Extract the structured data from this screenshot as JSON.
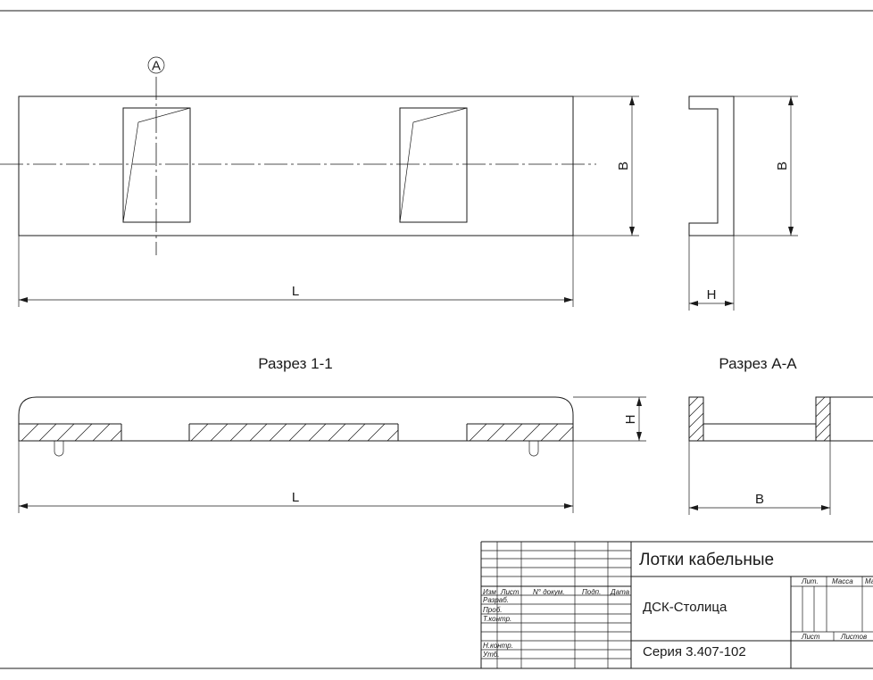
{
  "drawing": {
    "marker_a": "A",
    "dim_length": "L",
    "dim_width": "B",
    "dim_height": "H",
    "section_1_title": "Разрез 1-1",
    "section_a_title": "Разрез А-А"
  },
  "title_block": {
    "row_labels": [
      "Изм",
      "Лист",
      "N° докум.",
      "Подп.",
      "Дата"
    ],
    "roles": [
      "Разраб.",
      "Проб.",
      "Т.контр.",
      "Н.контр.",
      "Утб."
    ],
    "title": "Лотки кабельные",
    "organization": "ДСК-Столица",
    "series": "Серия 3.407-102",
    "col_lit": "Лит.",
    "col_mass": "Масса",
    "col_scale": "Ма",
    "col_sheet": "Лист",
    "col_sheets": "Листов"
  }
}
